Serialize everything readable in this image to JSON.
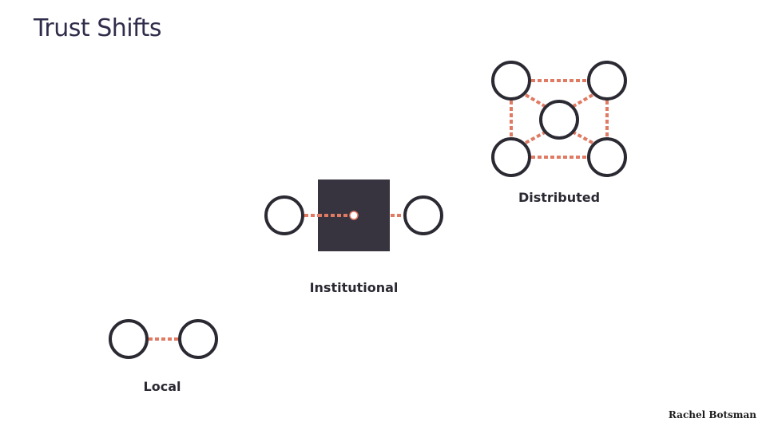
{
  "title": "Trust Shifts",
  "models": {
    "local": {
      "label": "Local"
    },
    "institutional": {
      "label": "Institutional"
    },
    "distributed": {
      "label": "Distributed"
    }
  },
  "credit": "Rachel Botsman",
  "colors": {
    "title": "#2f2d4a",
    "node_stroke": "#2b2a33",
    "link": "#e07a63",
    "institution_box": "#37343f",
    "label": "#2b2a33"
  }
}
